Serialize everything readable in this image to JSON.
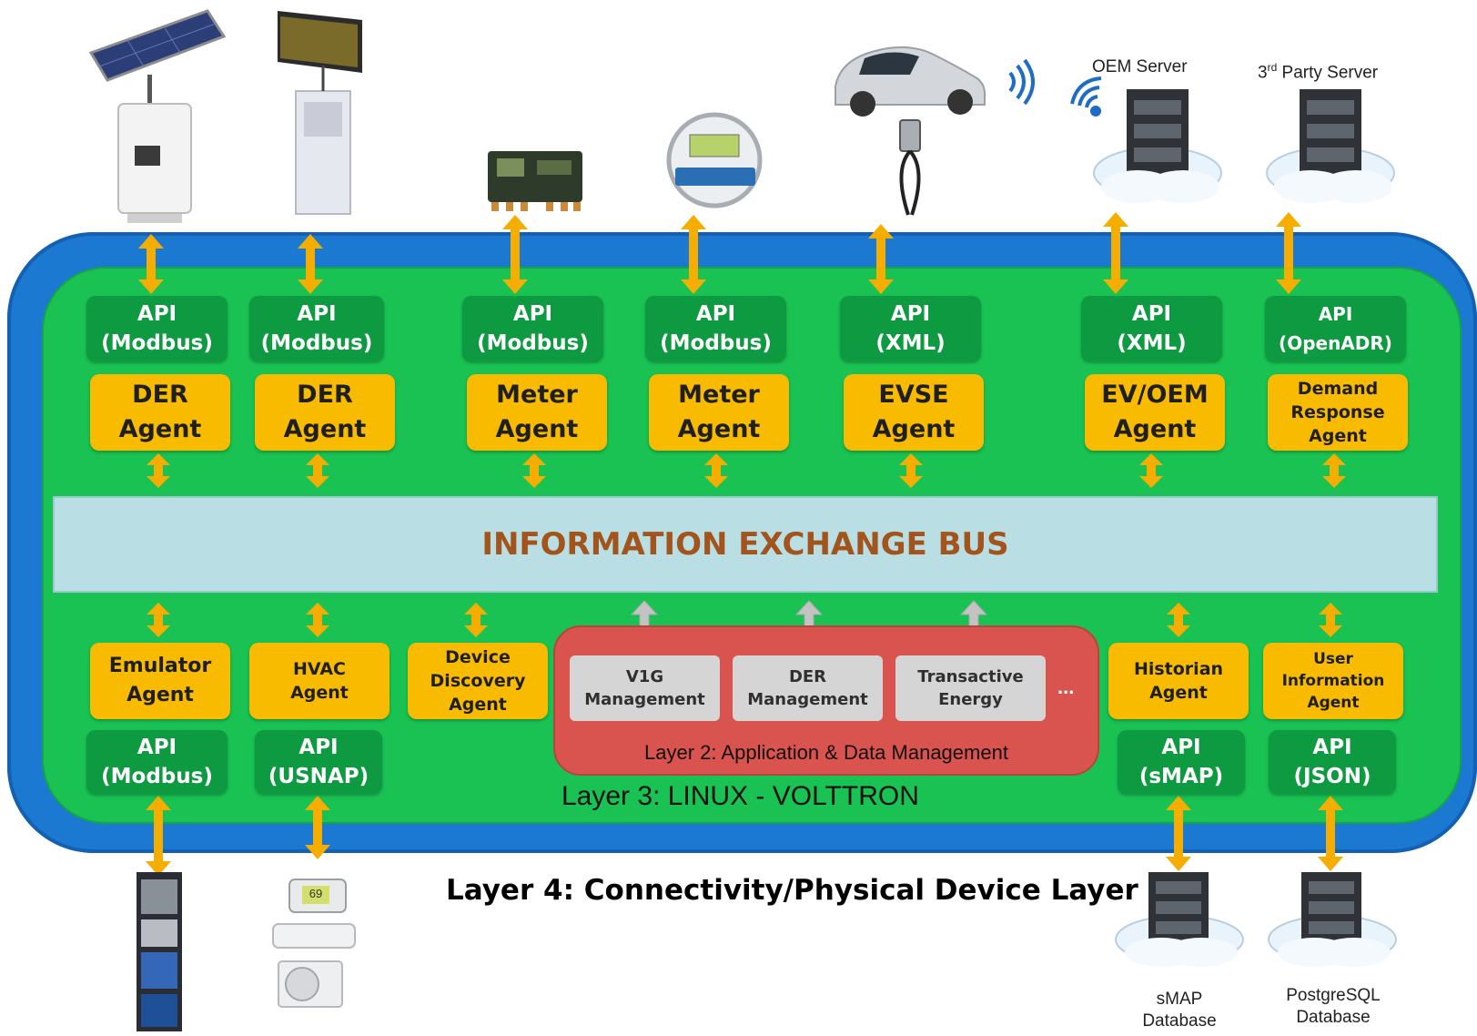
{
  "bus": {
    "label": "INFORMATION EXCHANGE BUS"
  },
  "layers": {
    "layer2": "Layer 2: Application & Data Management",
    "layer3": "Layer 3: LINUX - VOLTTRON",
    "layer4": "Layer 4: Connectivity/Physical Device Layer"
  },
  "top_apis": [
    {
      "line1": "API",
      "line2": "(Modbus)"
    },
    {
      "line1": "API",
      "line2": "(Modbus)"
    },
    {
      "line1": "API",
      "line2": "(Modbus)"
    },
    {
      "line1": "API",
      "line2": "(Modbus)"
    },
    {
      "line1": "API",
      "line2": "(XML)"
    },
    {
      "line1": "API",
      "line2": "(XML)"
    },
    {
      "line1": "API",
      "line2": "(OpenADR)"
    }
  ],
  "top_agents": [
    {
      "line1": "DER",
      "line2": "Agent"
    },
    {
      "line1": "DER",
      "line2": "Agent"
    },
    {
      "line1": "Meter",
      "line2": "Agent"
    },
    {
      "line1": "Meter",
      "line2": "Agent"
    },
    {
      "line1": "EVSE",
      "line2": "Agent"
    },
    {
      "line1": "EV/OEM",
      "line2": "Agent"
    },
    {
      "line1": "Demand",
      "line2": "Response",
      "line3": "Agent"
    }
  ],
  "bottom_agents": [
    {
      "line1": "Emulator",
      "line2": "Agent"
    },
    {
      "line1": "HVAC",
      "line2": "Agent"
    },
    {
      "line1": "Device",
      "line2": "Discovery",
      "line3": "Agent"
    },
    {
      "line1": "Historian",
      "line2": "Agent"
    },
    {
      "line1": "User",
      "line2": "Information",
      "line3": "Agent"
    }
  ],
  "bottom_apis": [
    {
      "line1": "API",
      "line2": "(Modbus)"
    },
    {
      "line1": "API",
      "line2": "(USNAP)"
    },
    {
      "line1": "API",
      "line2": "(sMAP)"
    },
    {
      "line1": "API",
      "line2": "(JSON)"
    }
  ],
  "management": [
    {
      "line1": "V1G",
      "line2": "Management"
    },
    {
      "line1": "DER",
      "line2": "Management"
    },
    {
      "line1": "Transactive",
      "line2": "Energy"
    }
  ],
  "ellipsis": "...",
  "servers": {
    "oem": "OEM Server",
    "third_party_prefix": "3",
    "third_party_sup": "rd",
    "third_party_rest": " Party Server",
    "smap_db": [
      "sMAP",
      "Database"
    ],
    "postgres_db": [
      "PostgreSQL",
      "Database"
    ]
  },
  "thermostat_display": "69",
  "colors": {
    "outer_blue": "#1c79d1",
    "inner_green": "#19c253",
    "api_green": "#0e9a41",
    "agent_yellow": "#f9bb00",
    "bus_blue": "#b9dfe4",
    "bus_text": "#a3541c",
    "layer2_red": "#d9534f",
    "arrow_orange": "#f5ad00",
    "arrow_gray": "#c3c3c3"
  }
}
